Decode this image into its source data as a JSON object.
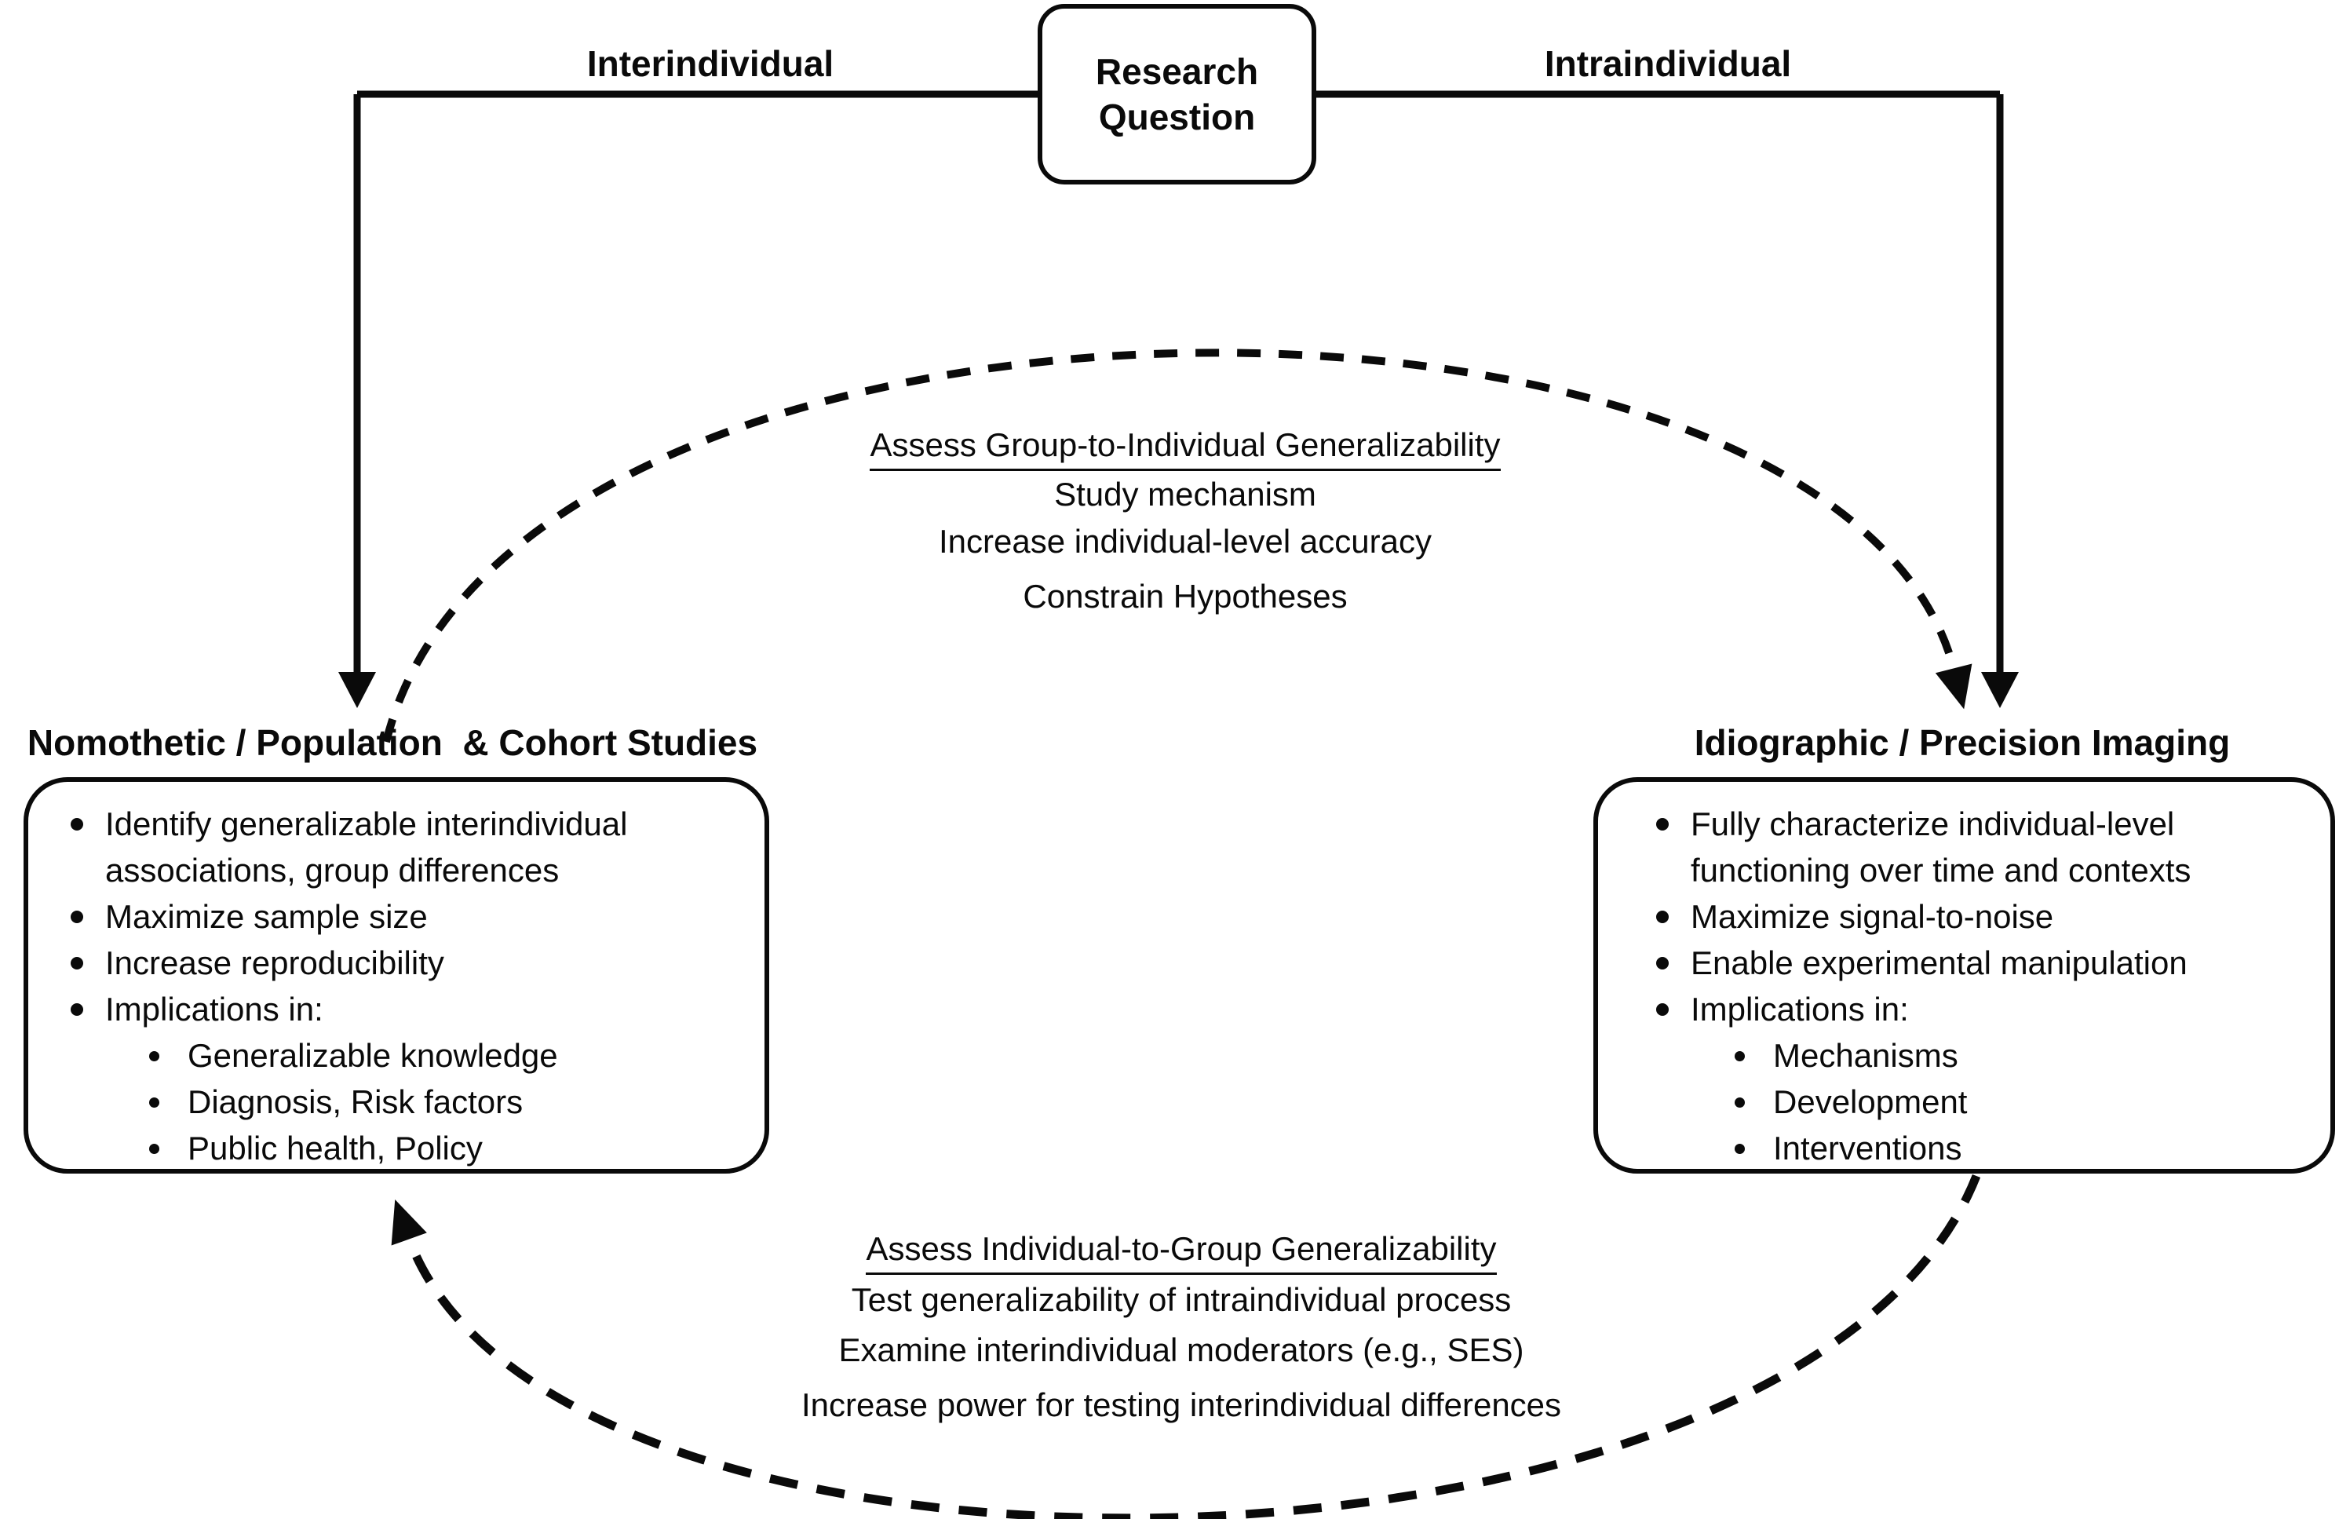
{
  "figure": {
    "colors": {
      "ink": "#000000",
      "background": "#ffffff"
    },
    "research_question_box": {
      "label": "Research Question"
    },
    "branches": {
      "left_label": "Interindividual",
      "right_label": "Intraindividual"
    },
    "left_box": {
      "title": "Nomothetic / Population  & Cohort Studies",
      "items": [
        {
          "level": "b1",
          "text": "Identify generalizable interindividual"
        },
        {
          "level": "cont",
          "text": "associations, group differences"
        },
        {
          "level": "b1",
          "text": "Maximize sample size"
        },
        {
          "level": "b1",
          "text": "Increase reproducibility"
        },
        {
          "level": "b1",
          "text": "Implications in:"
        },
        {
          "level": "b2",
          "text": "Generalizable knowledge"
        },
        {
          "level": "b2",
          "text": "Diagnosis, Risk factors"
        },
        {
          "level": "b2",
          "text": "Public health, Policy"
        }
      ]
    },
    "right_box": {
      "title": "Idiographic / Precision Imaging",
      "items": [
        {
          "level": "b1",
          "text": "Fully characterize individual-level"
        },
        {
          "level": "cont",
          "text": "functioning over time and contexts"
        },
        {
          "level": "b1",
          "text": "Maximize signal-to-noise"
        },
        {
          "level": "b1",
          "text": "Enable experimental manipulation"
        },
        {
          "level": "b1",
          "text": "Implications in:"
        },
        {
          "level": "b2",
          "text": "Mechanisms"
        },
        {
          "level": "b2",
          "text": "Development"
        },
        {
          "level": "b2",
          "text": "Interventions"
        }
      ]
    },
    "top_arc": {
      "heading": "Assess Group-to-Individual Generalizability",
      "lines": [
        "Study mechanism",
        "Increase individual-level accuracy",
        "Constrain Hypotheses"
      ]
    },
    "bottom_arc": {
      "heading": "Assess Individual-to-Group Generalizability",
      "lines": [
        "Test generalizability of intraindividual process",
        "Examine interindividual moderators (e.g., SES)",
        "Increase power for testing interindividual differences"
      ]
    }
  }
}
